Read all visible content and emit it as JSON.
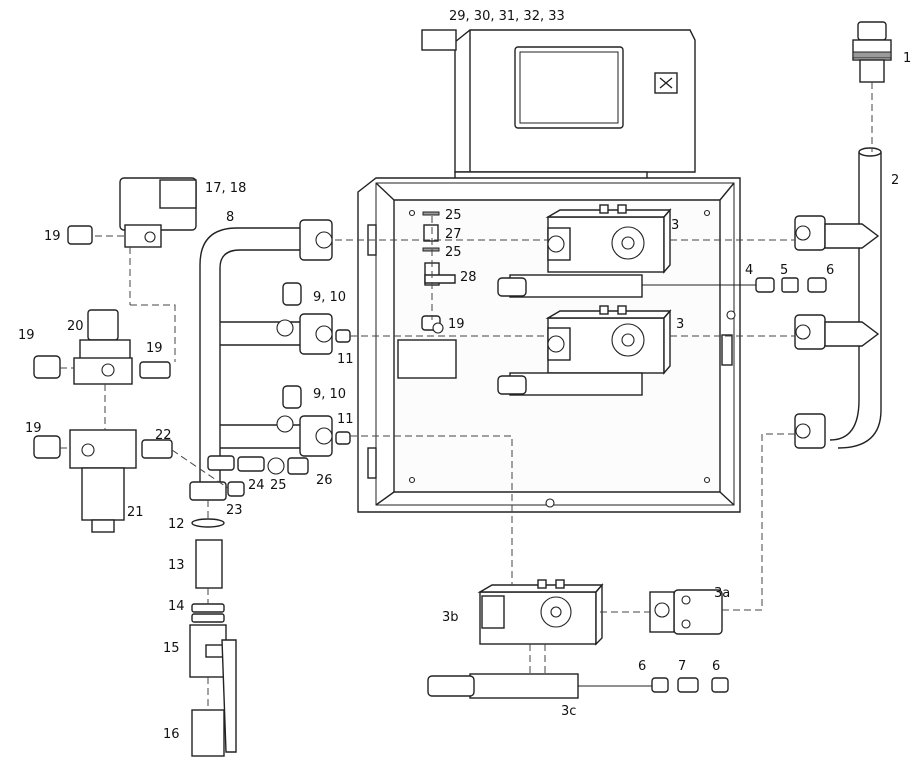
{
  "callouts": {
    "c1": "1",
    "c2": "2",
    "c3a": "3",
    "c3b": "3",
    "c3a_sub": "3a",
    "c3b_sub": "3b",
    "c3c_sub": "3c",
    "c4": "4",
    "c5": "5",
    "c6a": "6",
    "c6b": "6",
    "c6c": "6",
    "c7": "7",
    "c8": "8",
    "c9_10a": "9, 10",
    "c9_10b": "9, 10",
    "c11a": "11",
    "c11b": "11",
    "c12": "12",
    "c13": "13",
    "c14": "14",
    "c15": "15",
    "c16": "16",
    "c17_18": "17, 18",
    "c19a": "19",
    "c19b": "19",
    "c19c": "19",
    "c19d": "19",
    "c19e": "19",
    "c20": "20",
    "c21": "21",
    "c22": "22",
    "c23": "23",
    "c24": "24",
    "c25a": "25",
    "c25b": "25",
    "c25c": "25",
    "c26": "26",
    "c27": "27",
    "c28": "28",
    "c29_33": "29, 30, 31, 32, 33"
  }
}
